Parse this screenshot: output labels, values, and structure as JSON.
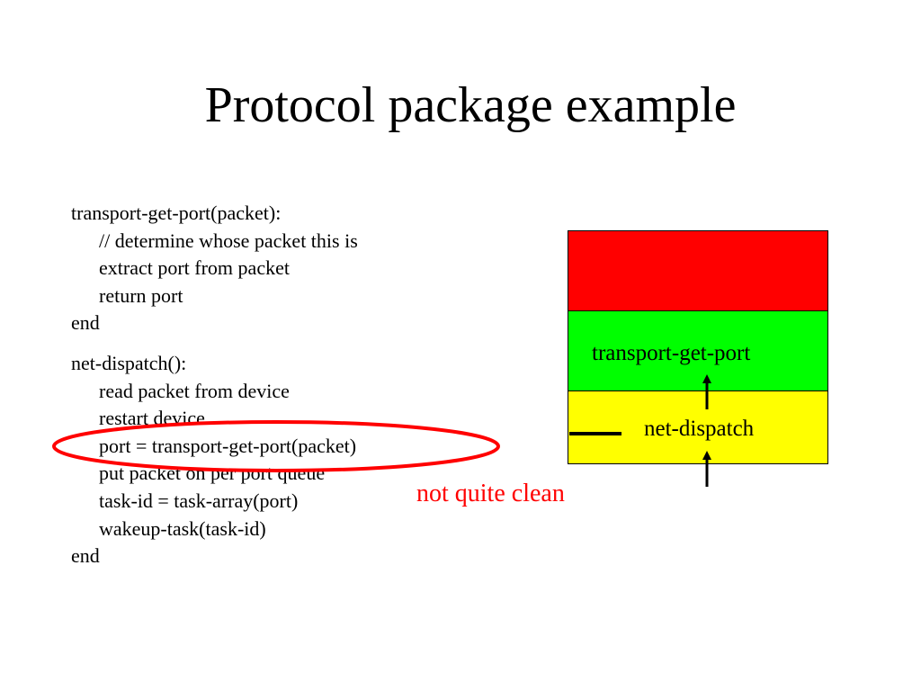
{
  "title": "Protocol package example",
  "code": {
    "block1": [
      {
        "text": "transport-get-port(packet):",
        "indent": false
      },
      {
        "text": "// determine whose packet this is",
        "indent": true
      },
      {
        "text": "extract port from packet",
        "indent": true
      },
      {
        "text": "return port",
        "indent": true
      },
      {
        "text": "end",
        "indent": false
      }
    ],
    "block2": [
      {
        "text": "net-dispatch():",
        "indent": false
      },
      {
        "text": "read packet from device",
        "indent": true
      },
      {
        "text": "restart device",
        "indent": true
      },
      {
        "text": "port = transport-get-port(packet)",
        "indent": true
      },
      {
        "text": "put packet on per port queue",
        "indent": true
      },
      {
        "text": "task-id = task-array(port)",
        "indent": true
      },
      {
        "text": "wakeup-task(task-id)",
        "indent": true
      },
      {
        "text": "end",
        "indent": false
      }
    ]
  },
  "diagram": {
    "layers": [
      {
        "label": "",
        "color": "#ff0000"
      },
      {
        "label": "transport-get-port",
        "color": "#00ff00"
      },
      {
        "label": "net-dispatch",
        "color": "#ffff00"
      }
    ],
    "annotation": "not quite clean",
    "annotation_color": "#ff0000",
    "highlight_color": "#ff0000"
  }
}
